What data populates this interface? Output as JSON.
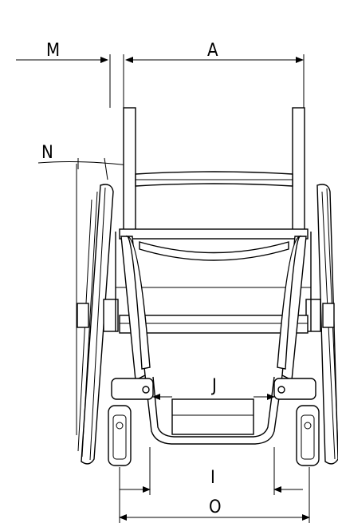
{
  "labels": {
    "M": "M",
    "A": "A",
    "N": "N",
    "J": "J",
    "I": "I",
    "O": "O"
  },
  "colors": {
    "line": "#000000",
    "background": "#ffffff"
  }
}
